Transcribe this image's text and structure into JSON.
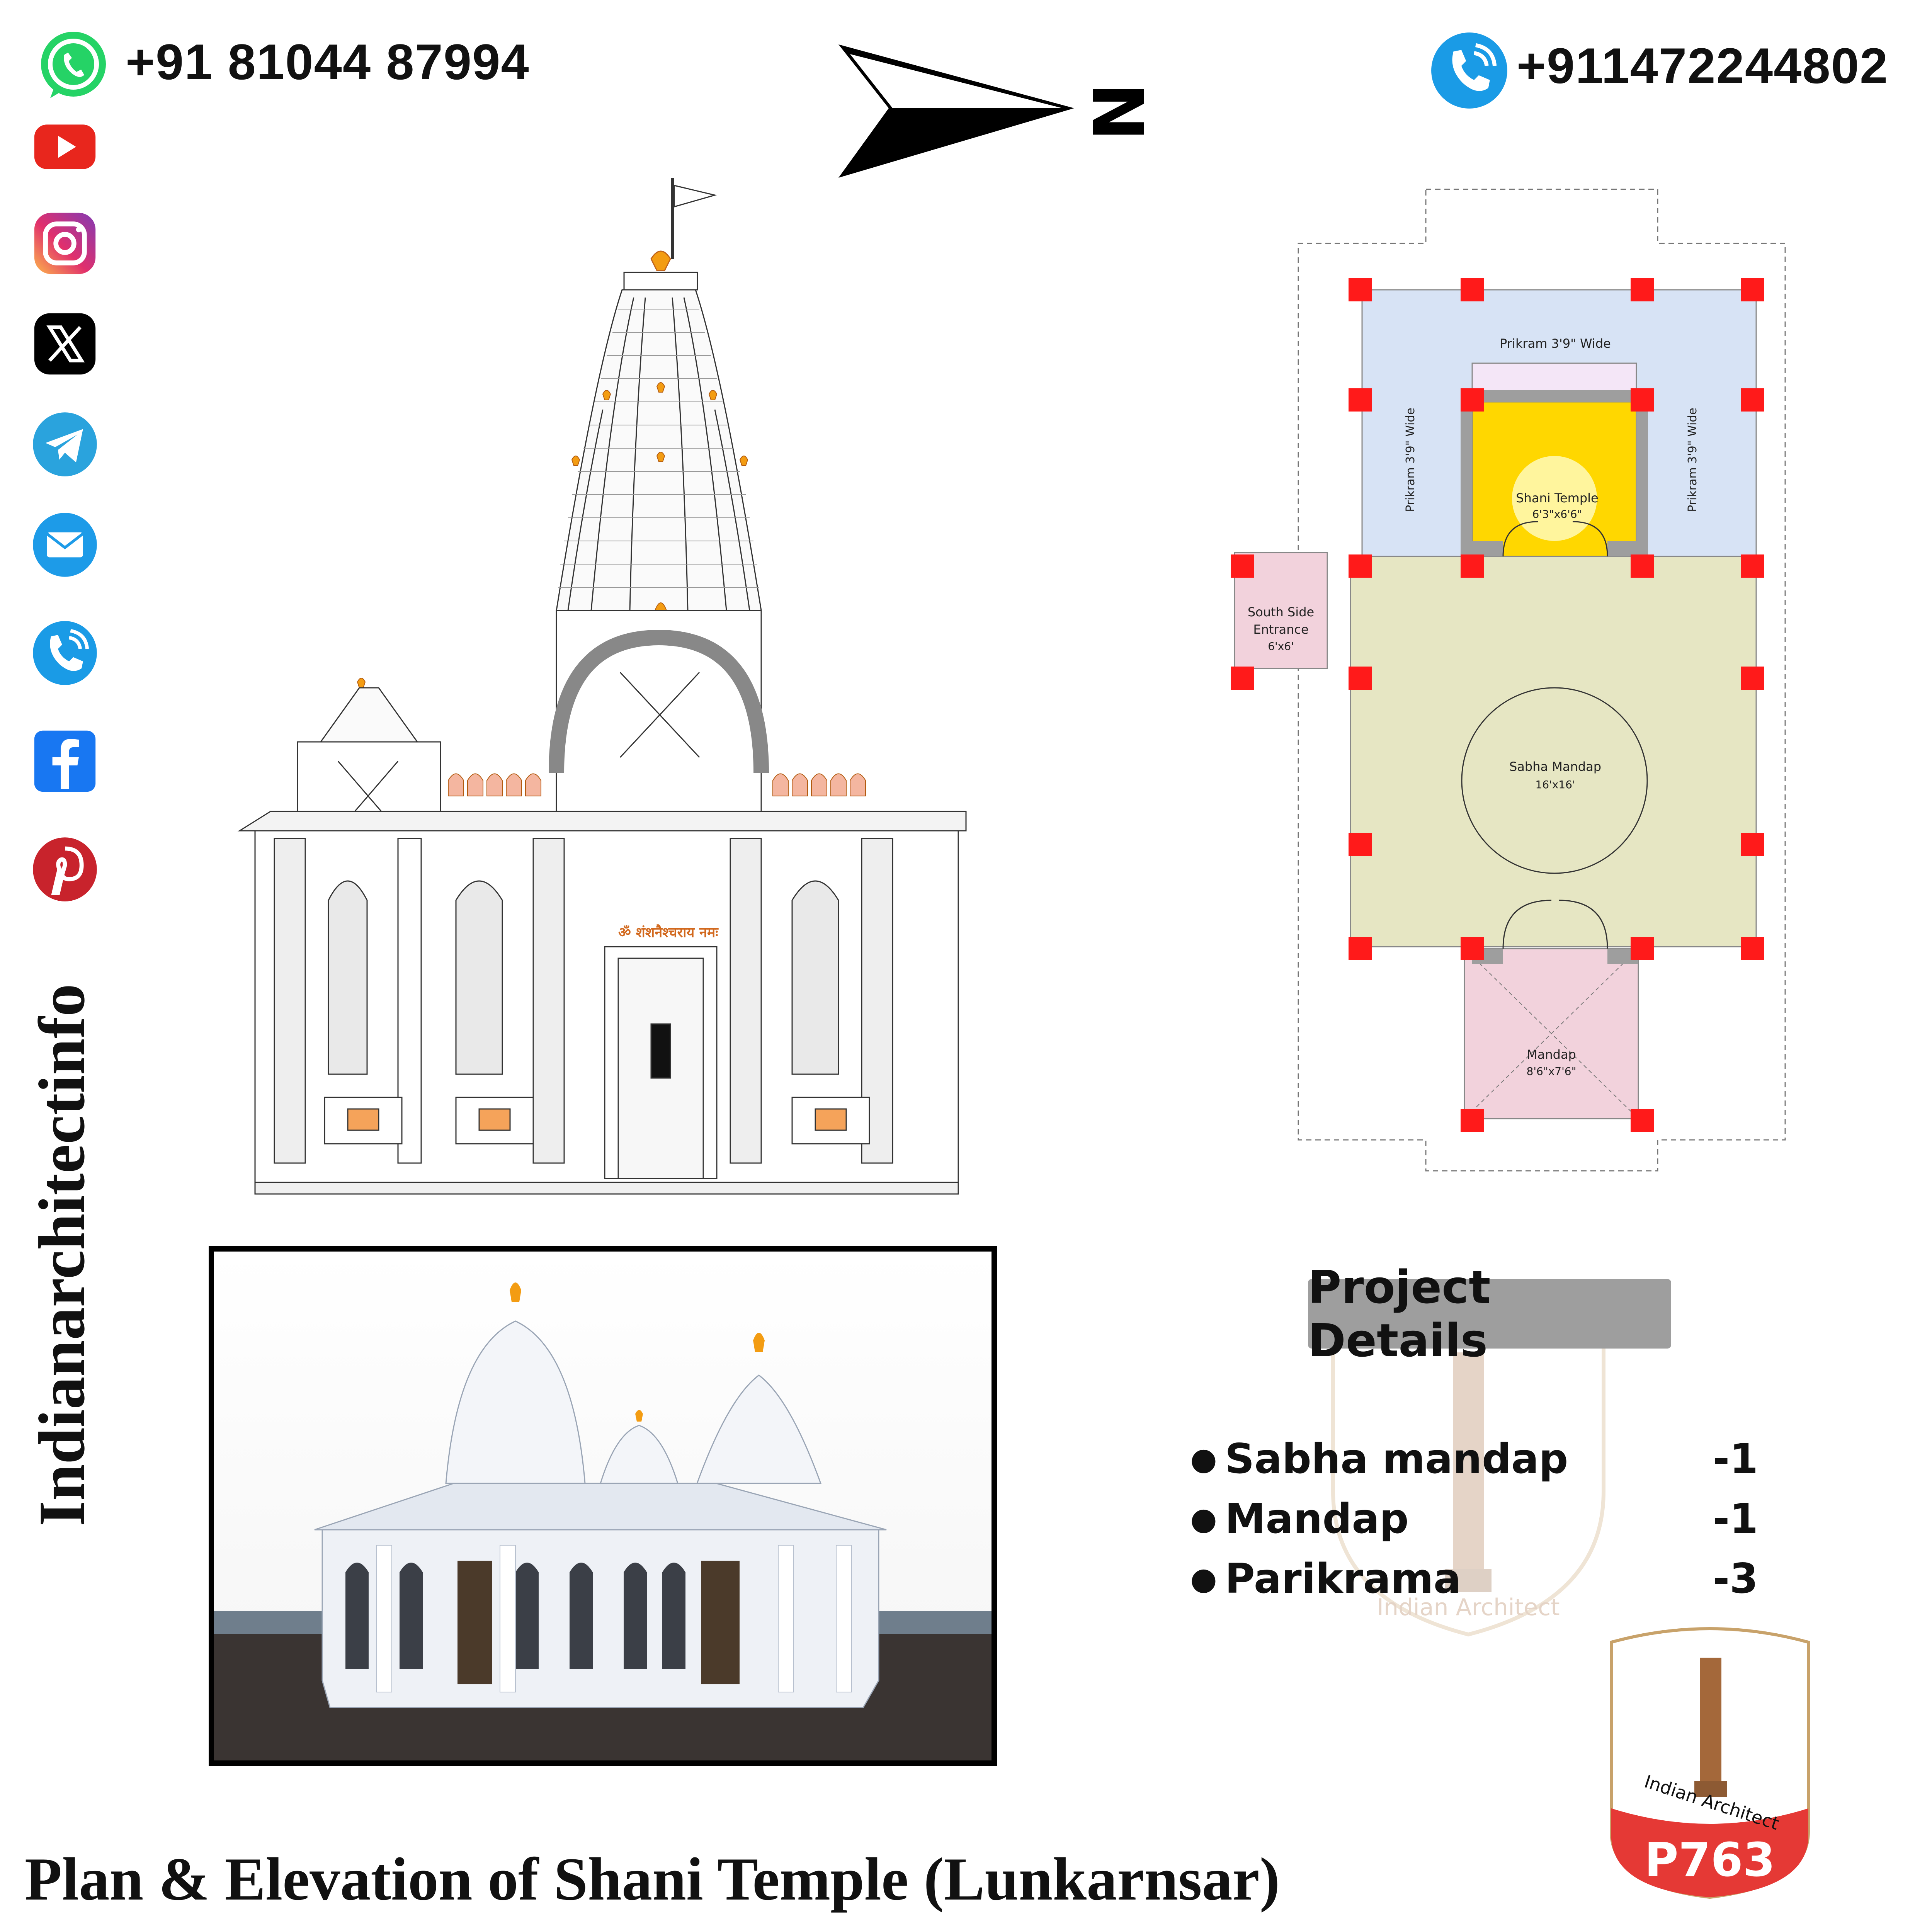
{
  "header": {
    "whatsapp_number": "+91 81044 87994",
    "call_number": "+911472244802",
    "north_label": "N"
  },
  "social": [
    "whatsapp-icon",
    "youtube-icon",
    "instagram-icon",
    "x-icon",
    "telegram-icon",
    "email-icon",
    "phone-icon",
    "facebook-icon",
    "pinterest-icon"
  ],
  "brand": "Indianarchitectinfo",
  "elevation": {
    "inscription": "ॐ शंशनैश्चराय नमः"
  },
  "plan": {
    "prikram_top": "Prikram 3'9\" Wide",
    "prikram_left": "Prikram 3'9\" Wide",
    "prikram_right": "Prikram 3'9\" Wide",
    "shani_temple": "Shani Temple",
    "shani_temple_size": "6'3\"x6'6\"",
    "south_entrance_1": "South Side",
    "south_entrance_2": "Entrance",
    "south_entrance_size": "6'x6'",
    "sabha_mandap": "Sabha Mandap",
    "sabha_mandap_size": "16'x16'",
    "mandap": "Mandap",
    "mandap_size": "8'6\"x7'6\""
  },
  "project_details": {
    "heading": "Project Details",
    "items": [
      {
        "name": "Sabha mandap",
        "value": "-1"
      },
      {
        "name": "Mandap",
        "value": "-1"
      },
      {
        "name": "Parikrama",
        "value": "-3"
      }
    ],
    "watermark": "Indian Architect"
  },
  "badge": {
    "text": "Indian Architect",
    "code": "P763"
  },
  "title": "Plan & Elevation of Shani Temple (Lunkarnsar)",
  "colors": {
    "column_red": "#ff1a1a",
    "prikram_blue": "#d7e3f5",
    "sabha_olive": "#e6e6c3",
    "entrance_pink": "#f2d2dc",
    "sanctum_yellow": "#ffd700",
    "badge_red": "#e53935"
  }
}
